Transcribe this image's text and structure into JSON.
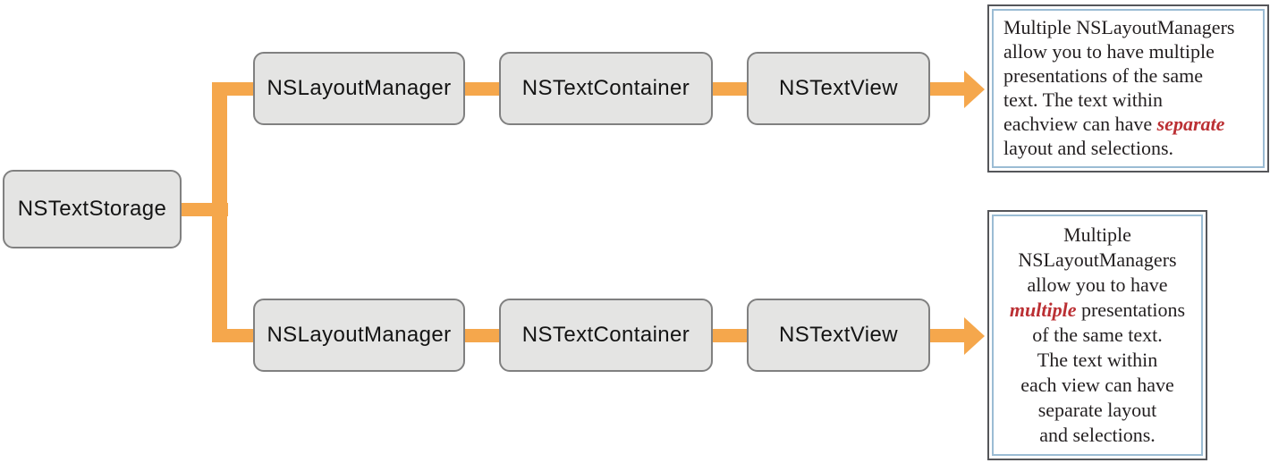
{
  "colors": {
    "connector": "#f5a74c",
    "node_fill": "#e4e4e3",
    "node_border": "#808080",
    "callout_outer_border": "#55565a",
    "callout_inner_border": "#9bbcd4",
    "highlight_red": "#bb2f33"
  },
  "nodes": {
    "storage": "NSTextStorage",
    "row1": {
      "lm": "NSLayoutManager",
      "tc": "NSTextContainer",
      "tv": "NSTextView"
    },
    "row2": {
      "lm": "NSLayoutManager",
      "tc": "NSTextContainer",
      "tv": "NSTextView"
    }
  },
  "callouts": {
    "top": {
      "segments": [
        {
          "text": "Multiple NSLayoutManagers\nallow you to have multiple\npresentations of the same\ntext. The text within\neachview can have "
        },
        {
          "text": "separate",
          "red": true
        },
        {
          "text": "\nlayout and selections."
        }
      ]
    },
    "bottom": {
      "segments": [
        {
          "text": "Multiple\nNSLayoutManagers\nallow you to have\n"
        },
        {
          "text": "multiple",
          "red": true
        },
        {
          "text": " presentations\nof the same text.\nThe text within\neach view can have\nseparate layout\nand selections."
        }
      ]
    }
  }
}
